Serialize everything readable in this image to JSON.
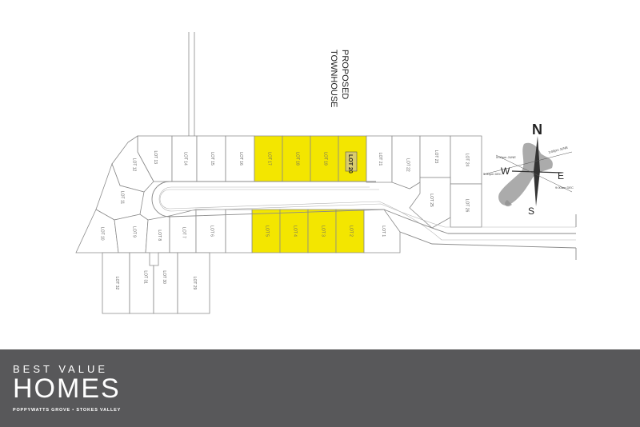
{
  "map": {
    "proposed_line1": "PROPOSED",
    "proposed_line2": "TOWNHOUSE",
    "lot20_label": "LOT 20",
    "lots": [
      {
        "id": "lot-13",
        "label": "LOT 13",
        "highlight": false
      },
      {
        "id": "lot-14",
        "label": "LOT 14",
        "highlight": false
      },
      {
        "id": "lot-15",
        "label": "LOT 15",
        "highlight": false
      },
      {
        "id": "lot-16",
        "label": "LOT 16",
        "highlight": false
      },
      {
        "id": "lot-17",
        "label": "LOT 17",
        "highlight": true
      },
      {
        "id": "lot-18",
        "label": "LOT 18",
        "highlight": true
      },
      {
        "id": "lot-19",
        "label": "LOT 19",
        "highlight": true
      },
      {
        "id": "lot-21",
        "label": "LOT 21",
        "highlight": false
      },
      {
        "id": "lot-22",
        "label": "LOT 22",
        "highlight": false
      },
      {
        "id": "lot-23",
        "label": "LOT 23",
        "highlight": false
      },
      {
        "id": "lot-24",
        "label": "LOT 24",
        "highlight": false
      },
      {
        "id": "lot-25",
        "label": "LOT 25",
        "highlight": false
      },
      {
        "id": "lot-26",
        "label": "LOT 26",
        "highlight": false
      },
      {
        "id": "lot-12",
        "label": "LOT 12",
        "highlight": false
      },
      {
        "id": "lot-11",
        "label": "LOT 11",
        "highlight": false
      },
      {
        "id": "lot-10",
        "label": "LOT 10",
        "highlight": false
      },
      {
        "id": "lot-9",
        "label": "LOT 9",
        "highlight": false
      },
      {
        "id": "lot-8",
        "label": "LOT 8",
        "highlight": false
      },
      {
        "id": "lot-7",
        "label": "LOT 7",
        "highlight": false
      },
      {
        "id": "lot-6",
        "label": "LOT 6",
        "highlight": false
      },
      {
        "id": "lot-5",
        "label": "LOT 5",
        "highlight": true
      },
      {
        "id": "lot-4",
        "label": "LOT 4",
        "highlight": true
      },
      {
        "id": "lot-3",
        "label": "LOT 3",
        "highlight": true
      },
      {
        "id": "lot-2",
        "label": "LOT 2",
        "highlight": true
      },
      {
        "id": "lot-1",
        "label": "LOT 1",
        "highlight": false
      },
      {
        "id": "lot-32",
        "label": "LOT 32",
        "highlight": false
      },
      {
        "id": "lot-31",
        "label": "LOT 31",
        "highlight": false
      },
      {
        "id": "lot-30",
        "label": "LOT 30",
        "highlight": false
      },
      {
        "id": "lot-29",
        "label": "LOT 29",
        "highlight": false
      }
    ],
    "highlight_color": "#f3e600"
  },
  "compass": {
    "n": "N",
    "e": "E",
    "s": "S",
    "w": "W",
    "line_june_top": "3:00pm JUNE",
    "line_june_left": "5:00pm JUNE",
    "line_dec_left": "5:00pm DEC",
    "line_dec_right": "9:00am DEC"
  },
  "footer": {
    "brand_line1": "BEST VALUE",
    "brand_line2": "HOMES",
    "tagline": "POPPYWATTS GROVE • STOKES VALLEY",
    "bg_color": "#58585a"
  }
}
